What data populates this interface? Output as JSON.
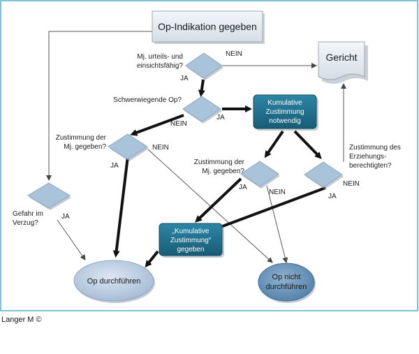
{
  "nodes": {
    "start": "Op-Indikation gegeben",
    "q_capable_1": "Mj. urteils- und",
    "q_capable_2": "einsichtsfähig?",
    "court": "Gericht",
    "q_serious": "Schwerwiegende Op?",
    "cumulative_required_1": "Kumulative",
    "cumulative_required_2": "Zustimmung",
    "cumulative_required_3": "notwendig",
    "q_minor_consent_a_1": "Zustimmung der",
    "q_minor_consent_a_2": "Mj. gegeben?",
    "q_minor_consent_b_1": "Zustimmung der",
    "q_minor_consent_b_2": "Mj. gegeben?",
    "q_guardian_1": "Zustimmung des",
    "q_guardian_2": "Erziehungs-",
    "q_guardian_3": "berechtigten?",
    "q_danger_1": "Gefahr im",
    "q_danger_2": "Verzug?",
    "cumulative_given_1": "„Kumulative",
    "cumulative_given_2": "Zustimmung“",
    "cumulative_given_3": "gegeben",
    "perform": "Op durchführen",
    "not_perform_1": "Op nicht",
    "not_perform_2": "durchführen"
  },
  "edge_labels": {
    "yes": "JA",
    "no": "NEIN"
  },
  "credit": "Langer M ©",
  "colors": {
    "border": "#7fc4d6",
    "diamond": "#a9c3da",
    "dark_box": "#1f6f8b",
    "ellipse": "#b9cde3",
    "ellipse_dark": "#5f8fb7"
  }
}
